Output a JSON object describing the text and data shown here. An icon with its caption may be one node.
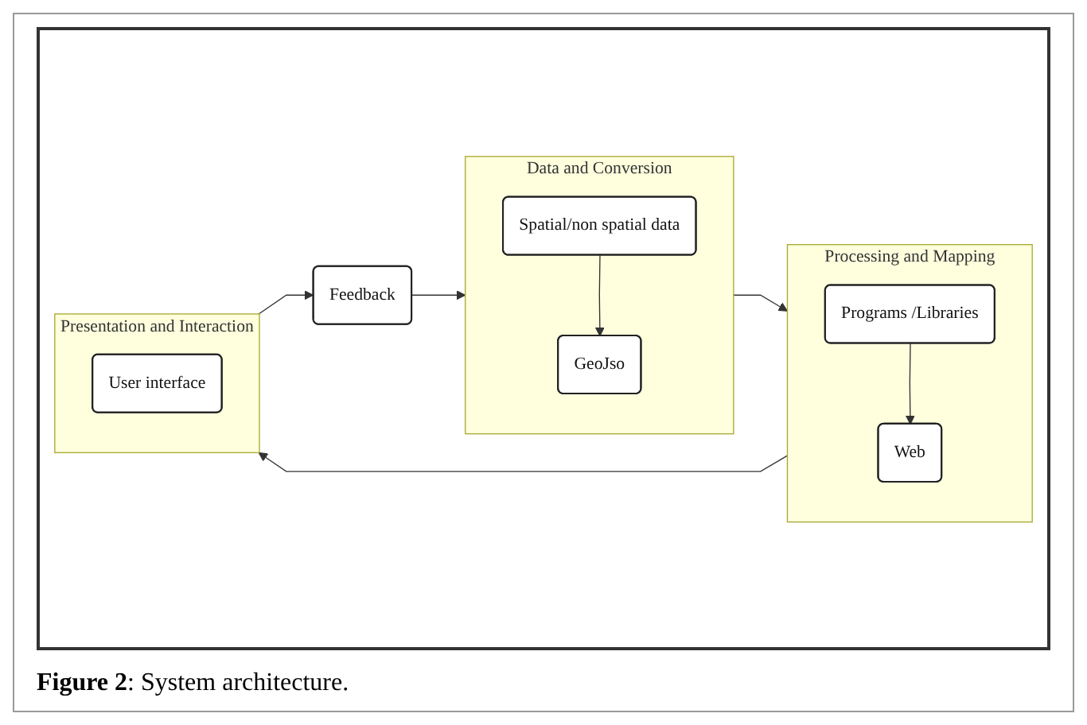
{
  "diagram": {
    "caption": "**Figure 2**: System architecture.",
    "nodes": [
      {
        "text": [
          "Data and Conversion"
        ]
      },
      {
        "text": [
          "Spatial/non spatial data"
        ],
        "in": 0
      },
      {
        "text": [
          "GeoJso"
        ],
        "in": 0
      },
      {
        "text": [
          "Processing and Mapping"
        ]
      },
      {
        "text": [
          "Programs /Libraries"
        ],
        "in": 3
      },
      {
        "text": [
          "Web"
        ],
        "in": 3
      },
      {
        "text": [
          "Presentation and Interaction"
        ]
      },
      {
        "text": [
          "User interface"
        ],
        "in": 6
      },
      {
        "text": [
          "Feedback"
        ]
      }
    ],
    "edges": [
      {
        "from": 1,
        "to": 2,
        "arrow": "to"
      },
      {
        "from": 4,
        "to": 5,
        "arrow": "to"
      },
      {
        "from": 0,
        "to": 3,
        "arrow": "to"
      },
      {
        "from": 3,
        "to": 6,
        "arrow": "to"
      },
      {
        "from": 6,
        "to": 8,
        "arrow": "to"
      },
      {
        "from": 8,
        "to": 0,
        "arrow": "to"
      }
    ]
  }
}
